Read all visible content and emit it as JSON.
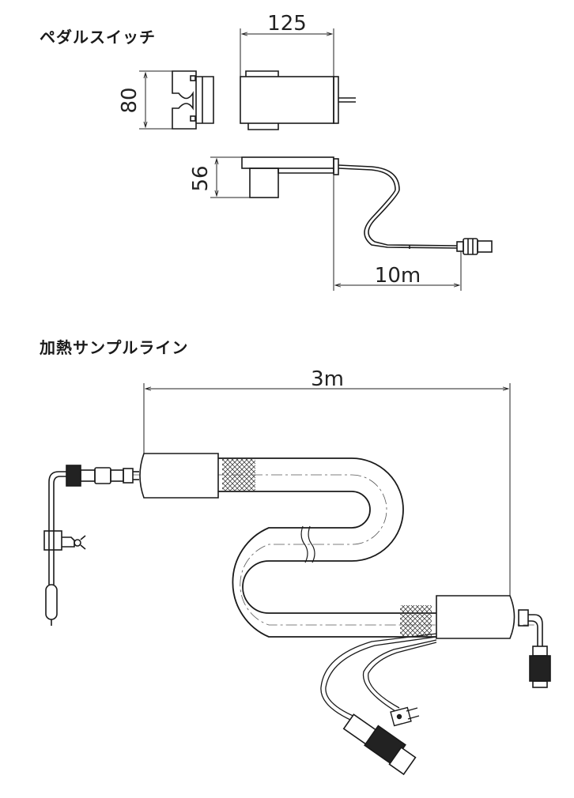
{
  "sections": {
    "pedal_switch": {
      "title": "ペダルスイッチ"
    },
    "heated_sample_line": {
      "title": "加熱サンプルライン"
    }
  },
  "dimensions": {
    "pedal_width": "125",
    "pedal_depth": "80",
    "pedal_height": "56",
    "pedal_cable": "10m",
    "line_length": "3m"
  },
  "colors": {
    "line": "#1a1a1a",
    "background": "#ffffff"
  }
}
